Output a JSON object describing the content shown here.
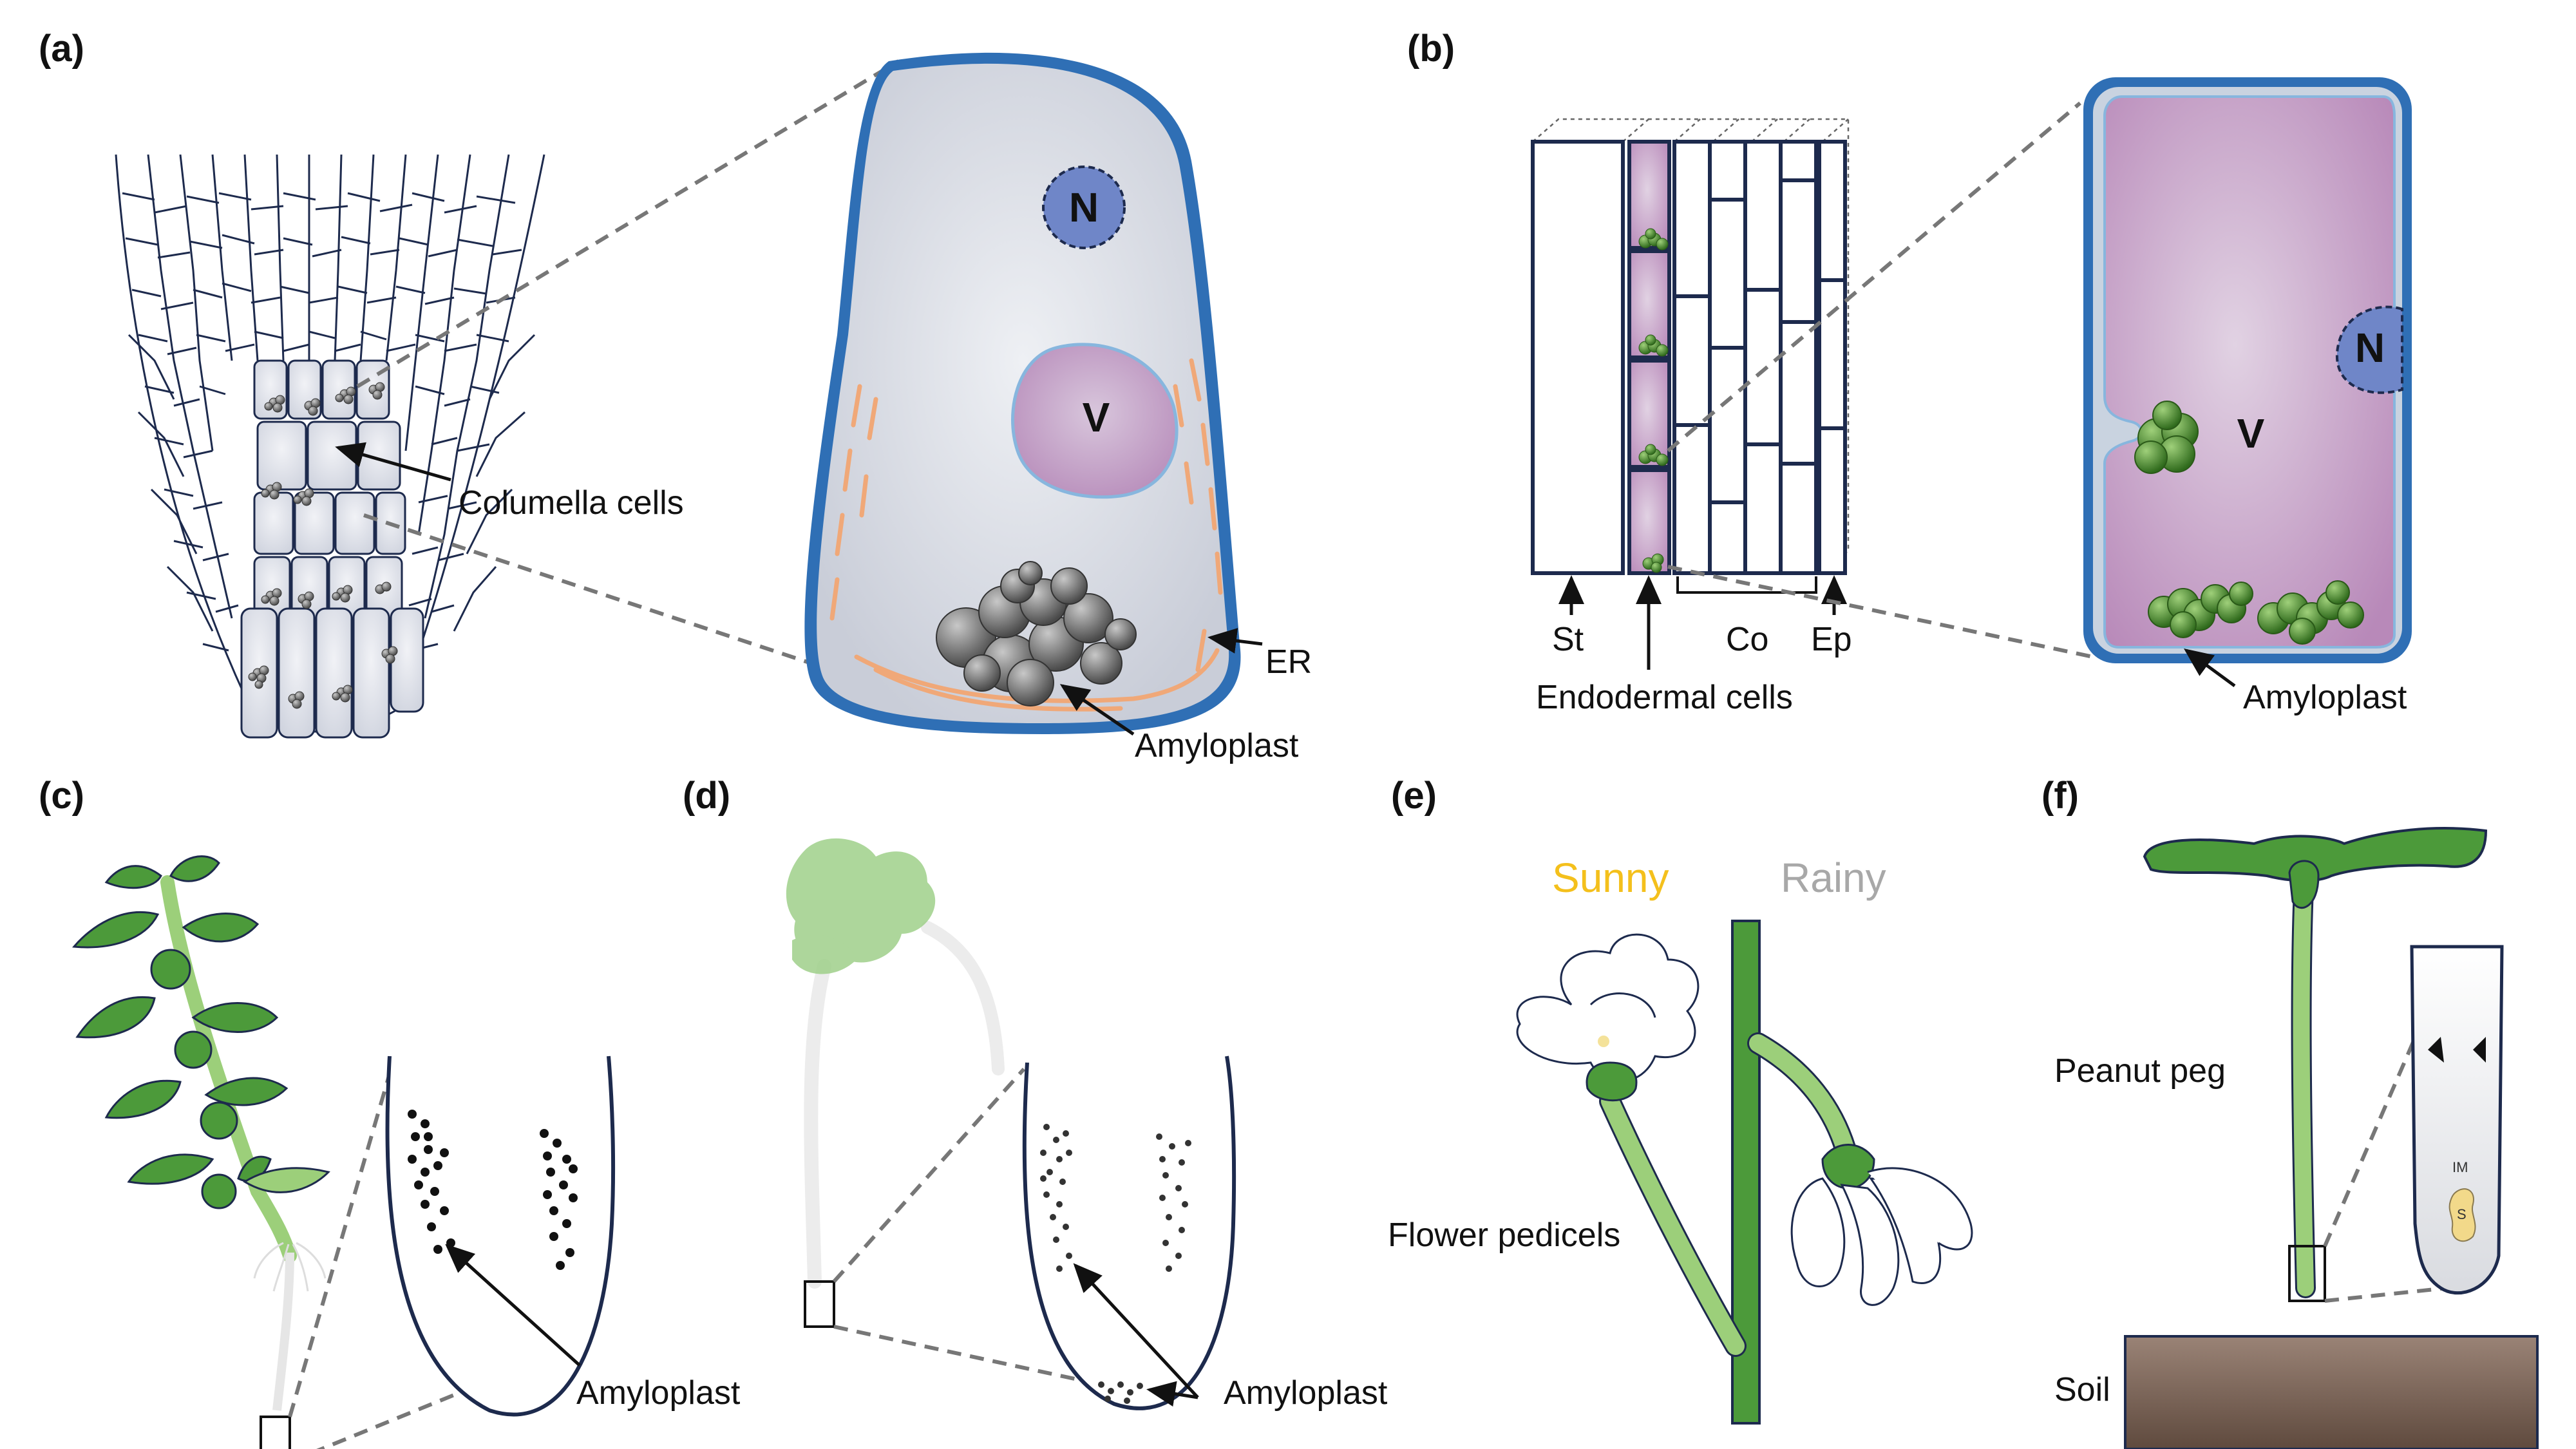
{
  "panels": {
    "a": {
      "label": "(a)",
      "columella_label": "Columella cells",
      "nucleus": "N",
      "vacuole": "V",
      "er_label": "ER",
      "amyloplast_label": "Amyloplast"
    },
    "b": {
      "label": "(b)",
      "st_label": "St",
      "co_label": "Co",
      "ep_label": "Ep",
      "endodermal_label": "Endodermal cells",
      "nucleus": "N",
      "vacuole": "V",
      "amyloplast_label": "Amyloplast"
    },
    "c": {
      "label": "(c)",
      "amyloplast_label": "Amyloplast"
    },
    "d": {
      "label": "(d)",
      "amyloplast_label": "Amyloplast"
    },
    "e": {
      "label": "(e)",
      "sunny_label": "Sunny",
      "rainy_label": "Rainy",
      "pedicel_label": "Flower pedicels"
    },
    "f": {
      "label": "(f)",
      "peg_label": "Peanut peg",
      "soil_label": "Soil",
      "im_label": "IM",
      "s_label": "S"
    }
  },
  "colors": {
    "cell_outline": "#2f6fb5",
    "cytoplasm": "#dfe2ea",
    "vacuole": "#c89cc4",
    "nucleus": "#6f86c8",
    "amyloplast_gray": "#6b6b6b",
    "amyloplast_green": "#4f8f2e",
    "er": "#f0a878",
    "leaf_green": "#4c9a3a",
    "stem_green": "#9ccf7a",
    "sunny": "#f4c01c",
    "rainy": "#a8a8a8",
    "soil": "#7a6658"
  }
}
